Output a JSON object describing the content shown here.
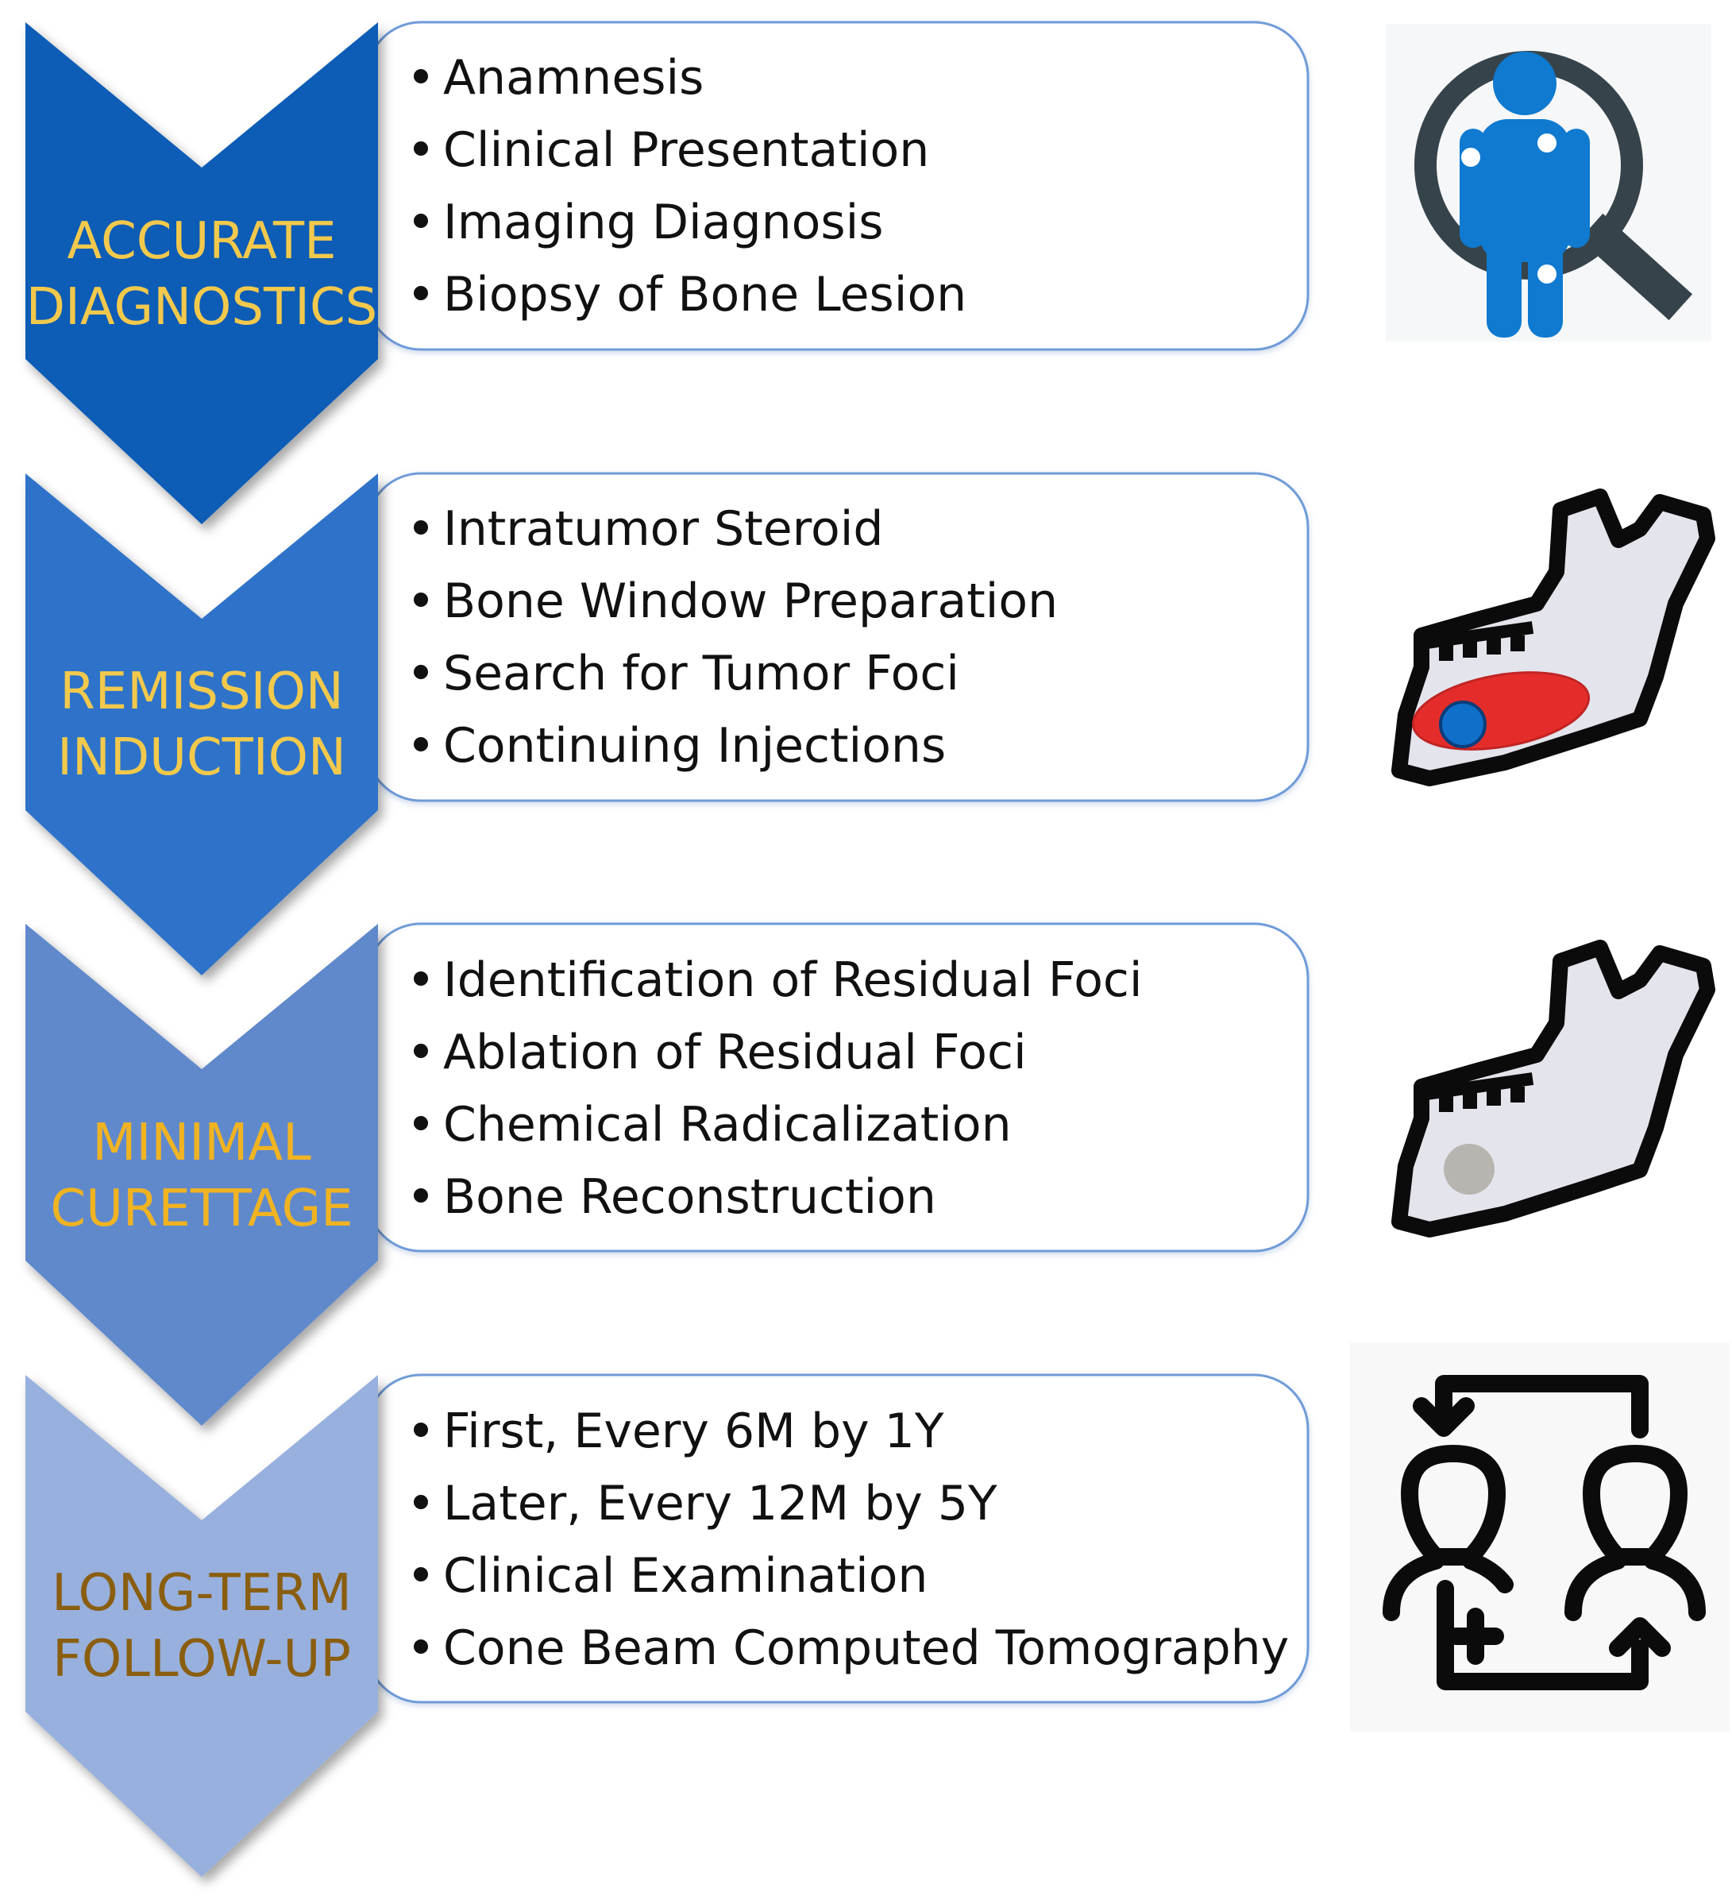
{
  "colors": {
    "chevron_fills": [
      "#0a5cb6",
      "#2f73c9",
      "#6189cc",
      "#98b0dd"
    ],
    "label_colors": [
      "#f2c94c",
      "#f2c94c",
      "#f0b322",
      "#8a5e10"
    ],
    "box_border": "#6f9bd8",
    "accent_blue": "#0f7ad0",
    "lesion_red": "#e52421",
    "icon_dark": "#37434b"
  },
  "stages": [
    {
      "label_line1": "ACCURATE",
      "label_line2": "DIAGNOSTICS",
      "items": [
        "Anamnesis",
        "Clinical Presentation",
        "Imaging Diagnosis",
        "Biopsy of Bone Lesion"
      ],
      "icon": "patient-search-icon"
    },
    {
      "label_line1": "REMISSION",
      "label_line2": "INDUCTION",
      "items": [
        "Intratumor Steroid",
        "Bone Window Preparation",
        "Search for Tumor Foci",
        "Continuing Injections"
      ],
      "icon": "jaw-lesion-icon"
    },
    {
      "label_line1": "MINIMAL",
      "label_line2": "CURETTAGE",
      "items": [
        "Identification of Residual Foci",
        "Ablation of Residual Foci",
        "Chemical Radicalization",
        "Bone Reconstruction"
      ],
      "icon": "jaw-healed-icon"
    },
    {
      "label_line1": "LONG-TERM",
      "label_line2": "FOLLOW-UP",
      "items": [
        "First, Every 6M by 1Y",
        "Later, Every 12M by 5Y",
        "Clinical Examination",
        "Cone Beam Computed Tomography"
      ],
      "icon": "doctor-patient-cycle-icon"
    }
  ]
}
